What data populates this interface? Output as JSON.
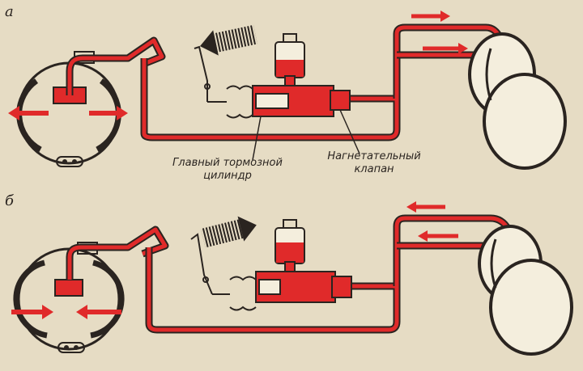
{
  "panels": [
    {
      "letter": "а"
    },
    {
      "letter": "б"
    }
  ],
  "labels": {
    "master_cylinder": {
      "line1": "Главный тормозной",
      "line2": "цилиндр"
    },
    "pressure_valve": {
      "line1": "Нагнетательный",
      "line2": "клапан"
    }
  },
  "colors": {
    "fluid": "#e02a2a",
    "ink": "#2a2420",
    "paper": "#e6dcc4"
  }
}
